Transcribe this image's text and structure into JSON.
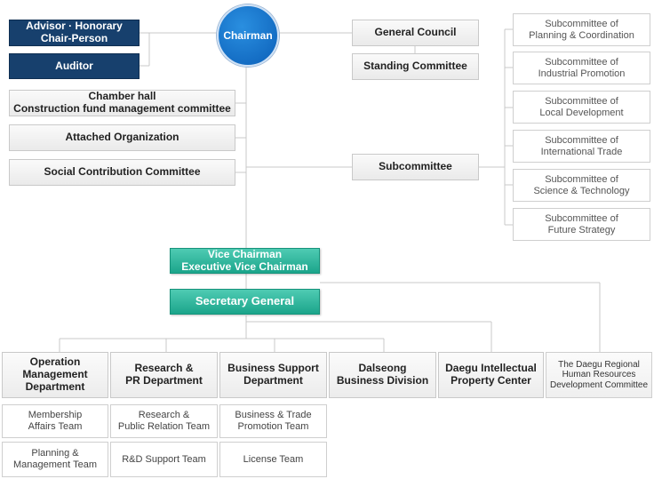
{
  "chairman": "Chairman",
  "left_top": {
    "advisor": "Advisor · Honorary\nChair-Person",
    "auditor": "Auditor"
  },
  "left_list": [
    "Chamber hall\nConstruction fund management committee",
    "Attached Organization",
    "Social Contribution Committee"
  ],
  "right_top": {
    "general_council": "General Council",
    "standing_committee": "Standing Committee",
    "subcommittee": "Subcommittee"
  },
  "subcommittees": [
    "Subcommittee of\nPlanning & Coordination",
    "Subcommittee of\nIndustrial Promotion",
    "Subcommittee of\nLocal Development",
    "Subcommittee of\nInternational Trade",
    "Subcommittee of\nScience & Technology",
    "Subcommittee of\nFuture Strategy"
  ],
  "vice_chairman": "Vice Chairman\nExecutive Vice Chairman",
  "secretary_general": "Secretary General",
  "departments": [
    "Operation\nManagement\nDepartment",
    "Research &\nPR Department",
    "Business Support\nDepartment",
    "Dalseong\nBusiness Division",
    "Daegu Intellectual\nProperty Center",
    "The Daegu Regional\nHuman Resources\nDevelopment Committee"
  ],
  "teams": {
    "operation": [
      "Membership\nAffairs Team",
      "Planning &\nManagement Team"
    ],
    "research": [
      "Research &\nPublic Relation Team",
      "R&D Support Team"
    ],
    "business": [
      "Business & Trade\nPromotion Team",
      "License Team"
    ]
  }
}
